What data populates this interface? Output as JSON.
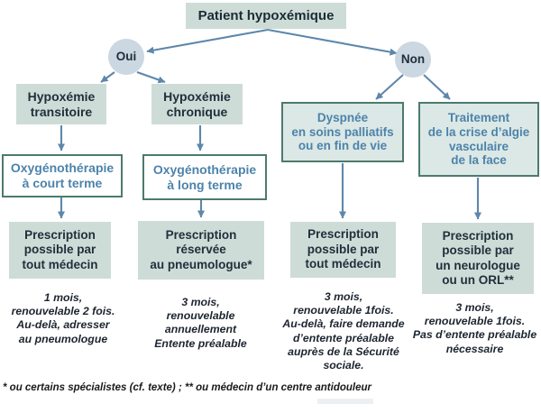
{
  "title": "Patient hypoxémique",
  "branch_yes": "Oui",
  "branch_no": "Non",
  "columns": [
    {
      "condition": "Hypoxémie\ntransitoire",
      "therapy": "Oxygénothérapie\nà court terme",
      "prescription": "Prescription\npossible par\ntout médecin",
      "note": "1 mois,\nrenouvelable 2 fois.\nAu-delà, adresser\nau pneumologue"
    },
    {
      "condition": "Hypoxémie\nchronique",
      "therapy": "Oxygénothérapie\nà long terme",
      "prescription": "Prescription\nréservée\nau pneumologue*",
      "note": "3 mois,\nrenouvelable\nannuellement\nEntente préalable"
    },
    {
      "condition": "Dyspnée\nen soins palliatifs\nou en fin de vie",
      "prescription": "Prescription\npossible par\ntout médecin",
      "note": "3 mois,\nrenouvelable 1fois.\nAu-delà, faire demande\nd’entente préalable\nauprès de la Sécurité\nsociale."
    },
    {
      "condition": "Traitement\nde la crise d’algie\nvasculaire\nde la face",
      "prescription": "Prescription\npossible par\nun neurologue\nou un ORL**",
      "note": "3 mois,\nrenouvelable 1fois.\nPas d’entente préalable\nnécessaire"
    }
  ],
  "footnote": "* ou certains spécialistes (cf. texte) ; ** ou médecin d’un centre antidouleur",
  "colors": {
    "node_fill": "#cedcd8",
    "circle_fill": "#cbd7e1",
    "outline_green": "#4c7a6e",
    "blue_text": "#4d83ab",
    "dark_text": "#20303b",
    "arrow_blue": "#5d87ab"
  }
}
